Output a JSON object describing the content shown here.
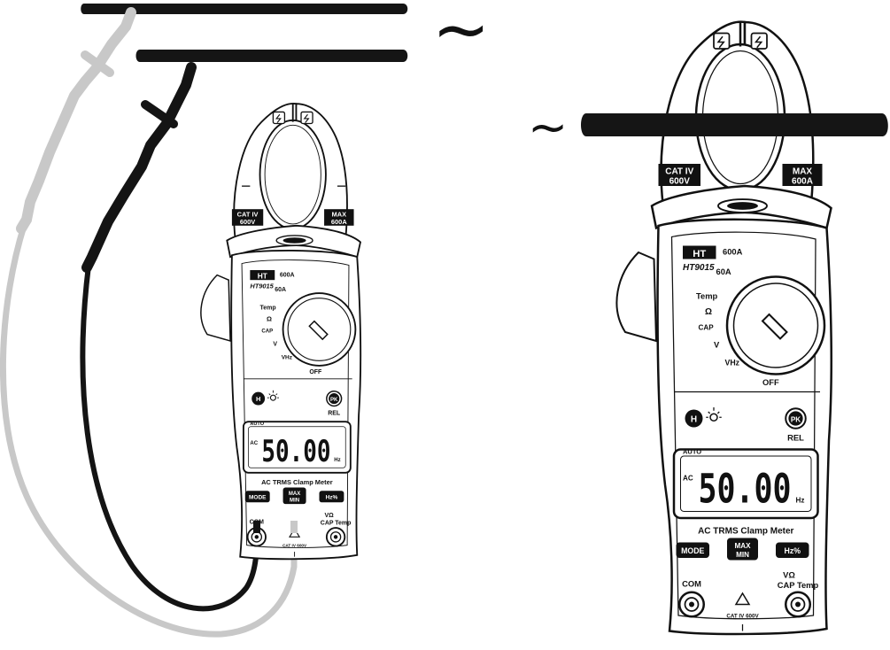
{
  "ac_symbol": "~",
  "colors": {
    "ink": "#111111",
    "grey_lead": "#c8c8c8",
    "black_lead": "#141414",
    "body": "#ffffff"
  },
  "meters": [
    {
      "brand": "HT",
      "model": "HT9015",
      "range_600a": "600A",
      "range_60a": "60A",
      "temp_label": "Temp",
      "ohm_label": "Ω",
      "cap_label": "CAP",
      "v_label": "V",
      "vhz_label": "VHz",
      "off_label": "OFF",
      "cat_badge_1": "CAT IV",
      "cat_badge_2": "600V",
      "max_badge_1": "MAX",
      "max_badge_2": "600A",
      "h_button": "H",
      "pk_button": "PK",
      "rel_label": "REL",
      "auto_label": "AUTO",
      "ac_label": "AC",
      "reading": "50.00",
      "unit": "Hz",
      "meter_name": "AC TRMS Clamp Meter",
      "mode_button": "MODE",
      "maxmin_1": "MAX",
      "maxmin_2": "MIN",
      "hz_button": "Hz%",
      "com_label": "COM",
      "vohm_label": "VΩ",
      "captemp_label": "CAP Temp",
      "warning_label": "CAT IV 600V"
    },
    {
      "brand": "HT",
      "model": "HT9015",
      "range_600a": "600A",
      "range_60a": "60A",
      "temp_label": "Temp",
      "ohm_label": "Ω",
      "cap_label": "CAP",
      "v_label": "V",
      "vhz_label": "VHz",
      "off_label": "OFF",
      "cat_badge_1": "CAT IV",
      "cat_badge_2": "600V",
      "max_badge_1": "MAX",
      "max_badge_2": "600A",
      "h_button": "H",
      "pk_button": "PK",
      "rel_label": "REL",
      "auto_label": "AUTO",
      "ac_label": "AC",
      "reading": "50.00",
      "unit": "Hz",
      "meter_name": "AC TRMS Clamp Meter",
      "mode_button": "MODE",
      "maxmin_1": "MAX",
      "maxmin_2": "MIN",
      "hz_button": "Hz%",
      "com_label": "COM",
      "vohm_label": "VΩ",
      "captemp_label": "CAP Temp",
      "warning_label": "CAT IV 600V"
    }
  ]
}
